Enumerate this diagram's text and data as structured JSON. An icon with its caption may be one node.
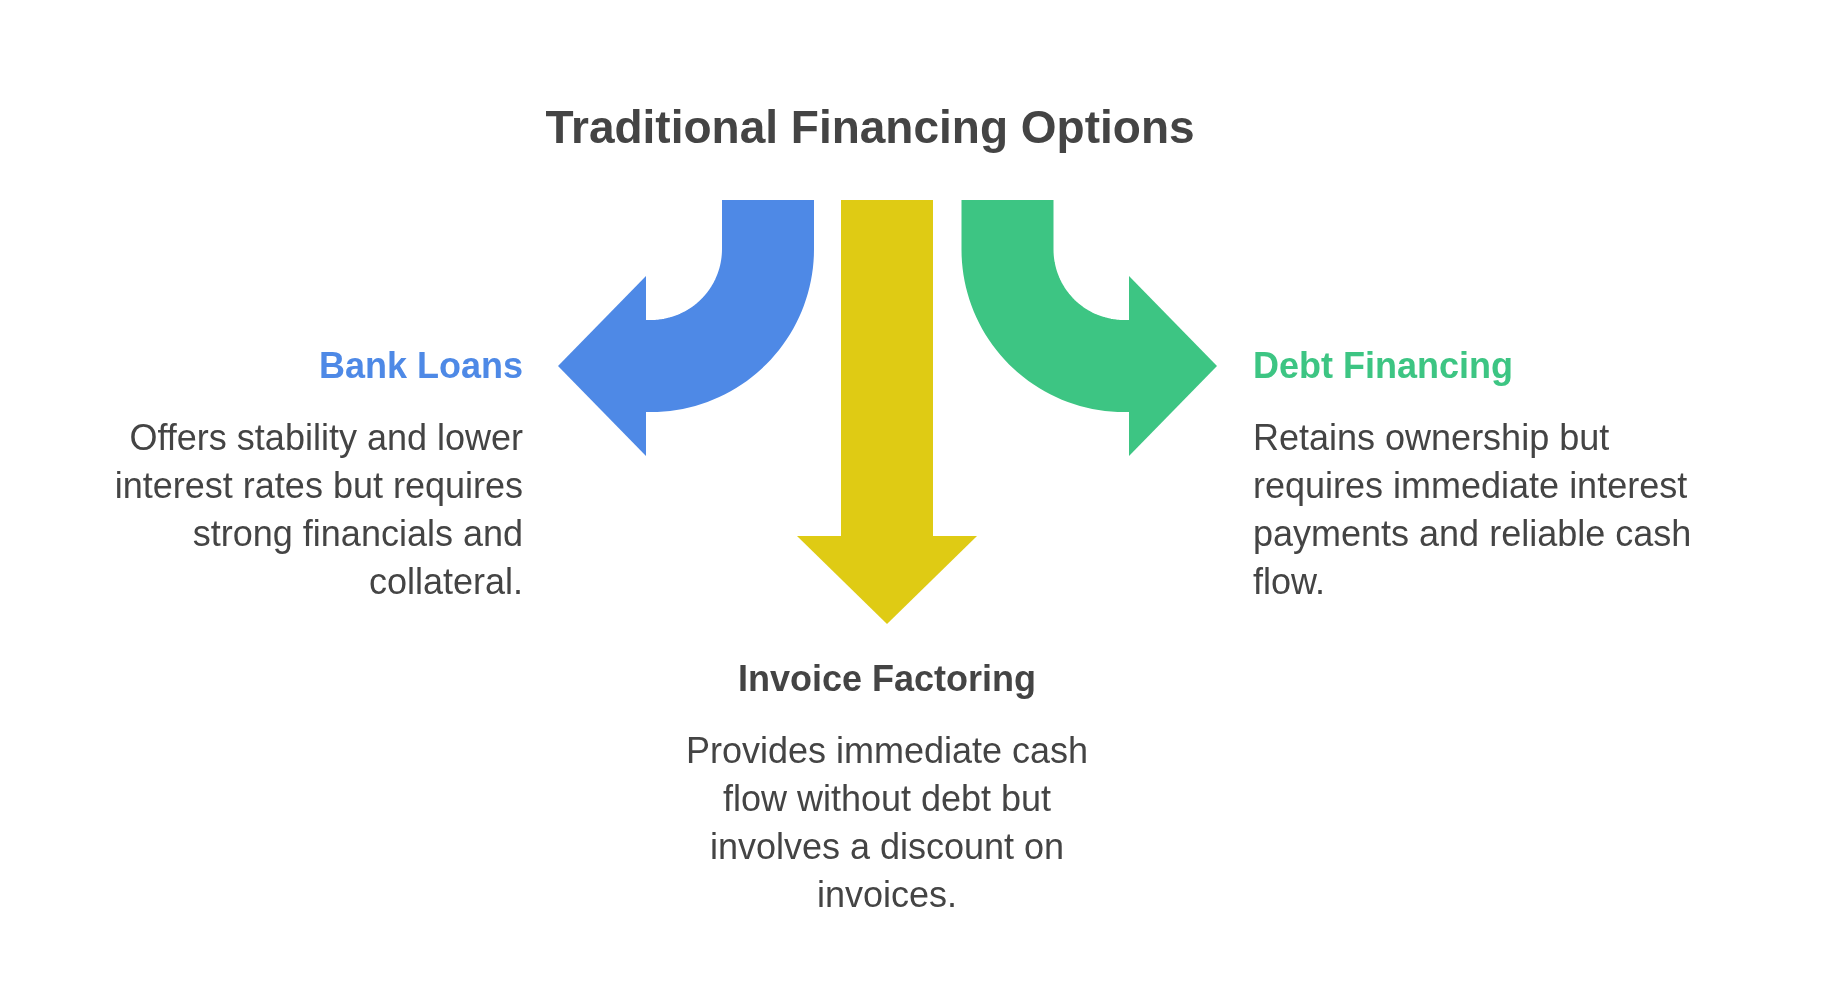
{
  "diagram": {
    "title": "Traditional Financing Options",
    "nodes": [
      {
        "text": [
          "Bank Loans",
          "Offers stability and lower interest rates but requires strong financials and collateral."
        ]
      },
      {
        "text": [
          "Debt Financing",
          "Retains ownership but requires immediate interest payments and reliable cash flow."
        ]
      },
      {
        "text": [
          "Invoice Factoring",
          "Provides immediate cash flow without debt but involves a discount on invoices."
        ]
      }
    ],
    "edges": [
      {
        "from": null,
        "to": 0,
        "arrow": "to",
        "color": "#4e89e6"
      },
      {
        "from": null,
        "to": 2,
        "arrow": "to",
        "color": "#dfcb14"
      },
      {
        "from": null,
        "to": 1,
        "arrow": "to",
        "color": "#3dc583"
      }
    ]
  }
}
